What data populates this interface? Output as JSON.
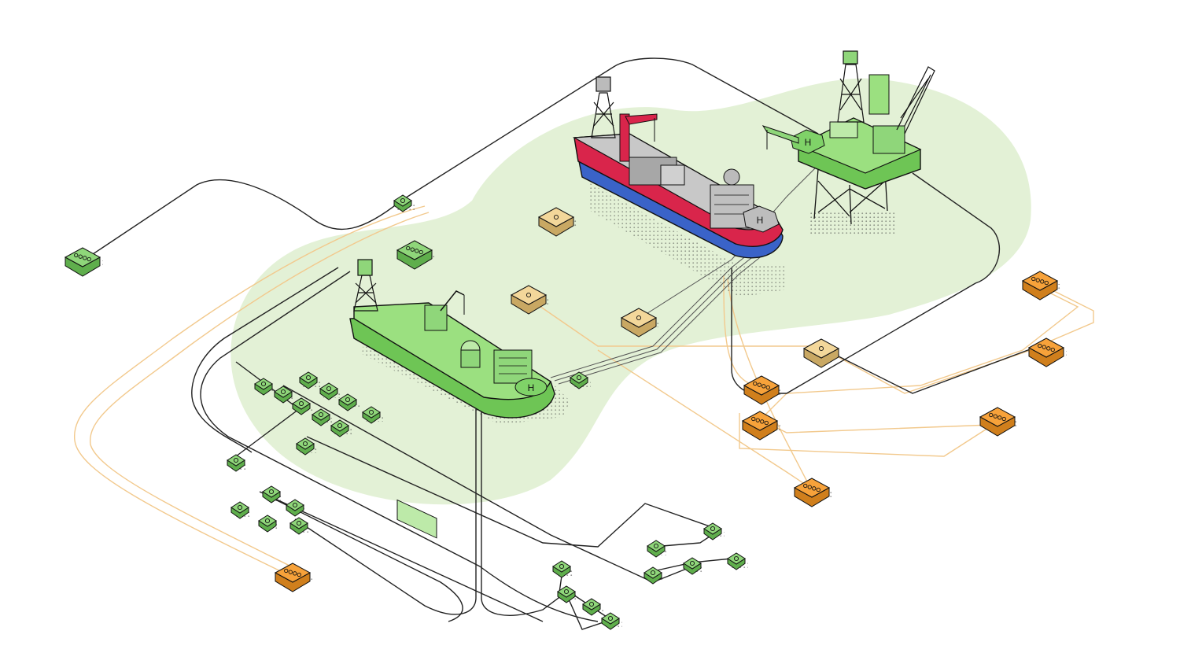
{
  "scene": {
    "colors": {
      "background": "#ffffff",
      "zone": "#e3f1d6",
      "module_green": "#8fd67a",
      "module_green_dark": "#5fae4c",
      "module_orange": "#f7a23a",
      "module_orange_dark": "#d07f1c",
      "module_tan": "#f3d79a",
      "cable_black": "#222222",
      "cable_orange": "#f2c98d",
      "ship_hull_red": "#d9254b",
      "ship_hull_blue": "#3a63c8",
      "ship_deck_grey": "#b8b8b8",
      "ship_green": "#7fd268",
      "platform_green": "#8fd67a"
    },
    "icons": {
      "drillship": "drillship-icon",
      "tanker": "tanker-vessel-icon",
      "platform": "oil-platform-icon",
      "helipad_letter": "H"
    },
    "vessels": [
      {
        "id": "support-vessel",
        "hull_color": "#7fd268"
      },
      {
        "id": "tanker-vessel",
        "hull_color": "#d9254b"
      }
    ],
    "platform": {
      "id": "drilling-platform",
      "helipad_letter": "H"
    }
  }
}
